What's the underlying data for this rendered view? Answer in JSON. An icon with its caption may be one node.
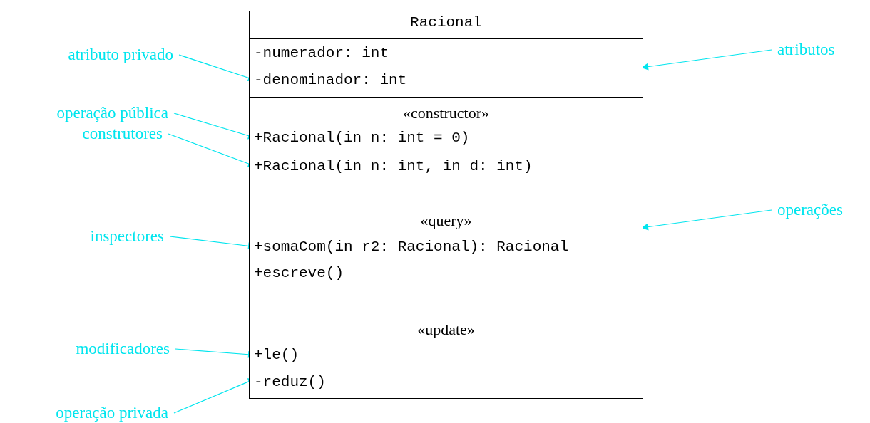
{
  "diagram": {
    "nodes": [
      {
        "text": [
          "Racional"
        ]
      },
      {
        "text": [],
        "shape": "box",
        "in": 0
      },
      {
        "text": [
          "-numerador: int"
        ],
        "in": 1
      },
      {
        "text": [
          "-denominador: int"
        ],
        "in": 1
      },
      {
        "text": [],
        "shape": "box",
        "in": 0
      },
      {
        "text": [
          "«constructor»"
        ],
        "in": 4
      },
      {
        "text": [
          "+Racional(in n: int = 0)"
        ],
        "in": 4
      },
      {
        "text": [
          "+Racional(in n: int, in d: int)"
        ],
        "in": 4
      },
      {
        "text": [
          "«query»"
        ],
        "in": 4
      },
      {
        "text": [
          "+somaCom(in r2: Racional): Racional"
        ],
        "in": 4
      },
      {
        "text": [
          "+escreve()"
        ],
        "in": 4
      },
      {
        "text": [
          "«update»"
        ],
        "in": 4
      },
      {
        "text": [
          "+le()"
        ],
        "in": 4
      },
      {
        "text": [
          "-reduz()"
        ],
        "in": 4
      },
      {
        "text": [
          "atributo privado"
        ]
      },
      {
        "text": [
          "atributos"
        ]
      },
      {
        "text": [
          "operação pública"
        ]
      },
      {
        "text": [
          "construtores"
        ]
      },
      {
        "text": [
          "operações"
        ]
      },
      {
        "text": [
          "inspectores"
        ]
      },
      {
        "text": [
          "modificadores"
        ]
      },
      {
        "text": [
          "operação privada"
        ]
      }
    ],
    "edges": [
      {
        "from": 14,
        "to": 3,
        "arrow": "to"
      },
      {
        "from": 15,
        "to": 1,
        "arrow": "to"
      },
      {
        "from": 16,
        "to": 6,
        "arrow": "to"
      },
      {
        "from": 17,
        "to": 7,
        "arrow": "to"
      },
      {
        "from": 18,
        "to": 4,
        "arrow": "to"
      },
      {
        "from": 19,
        "to": 9,
        "arrow": "to"
      },
      {
        "from": 20,
        "to": 12,
        "arrow": "to"
      },
      {
        "from": 21,
        "to": 13,
        "arrow": "to"
      }
    ]
  }
}
